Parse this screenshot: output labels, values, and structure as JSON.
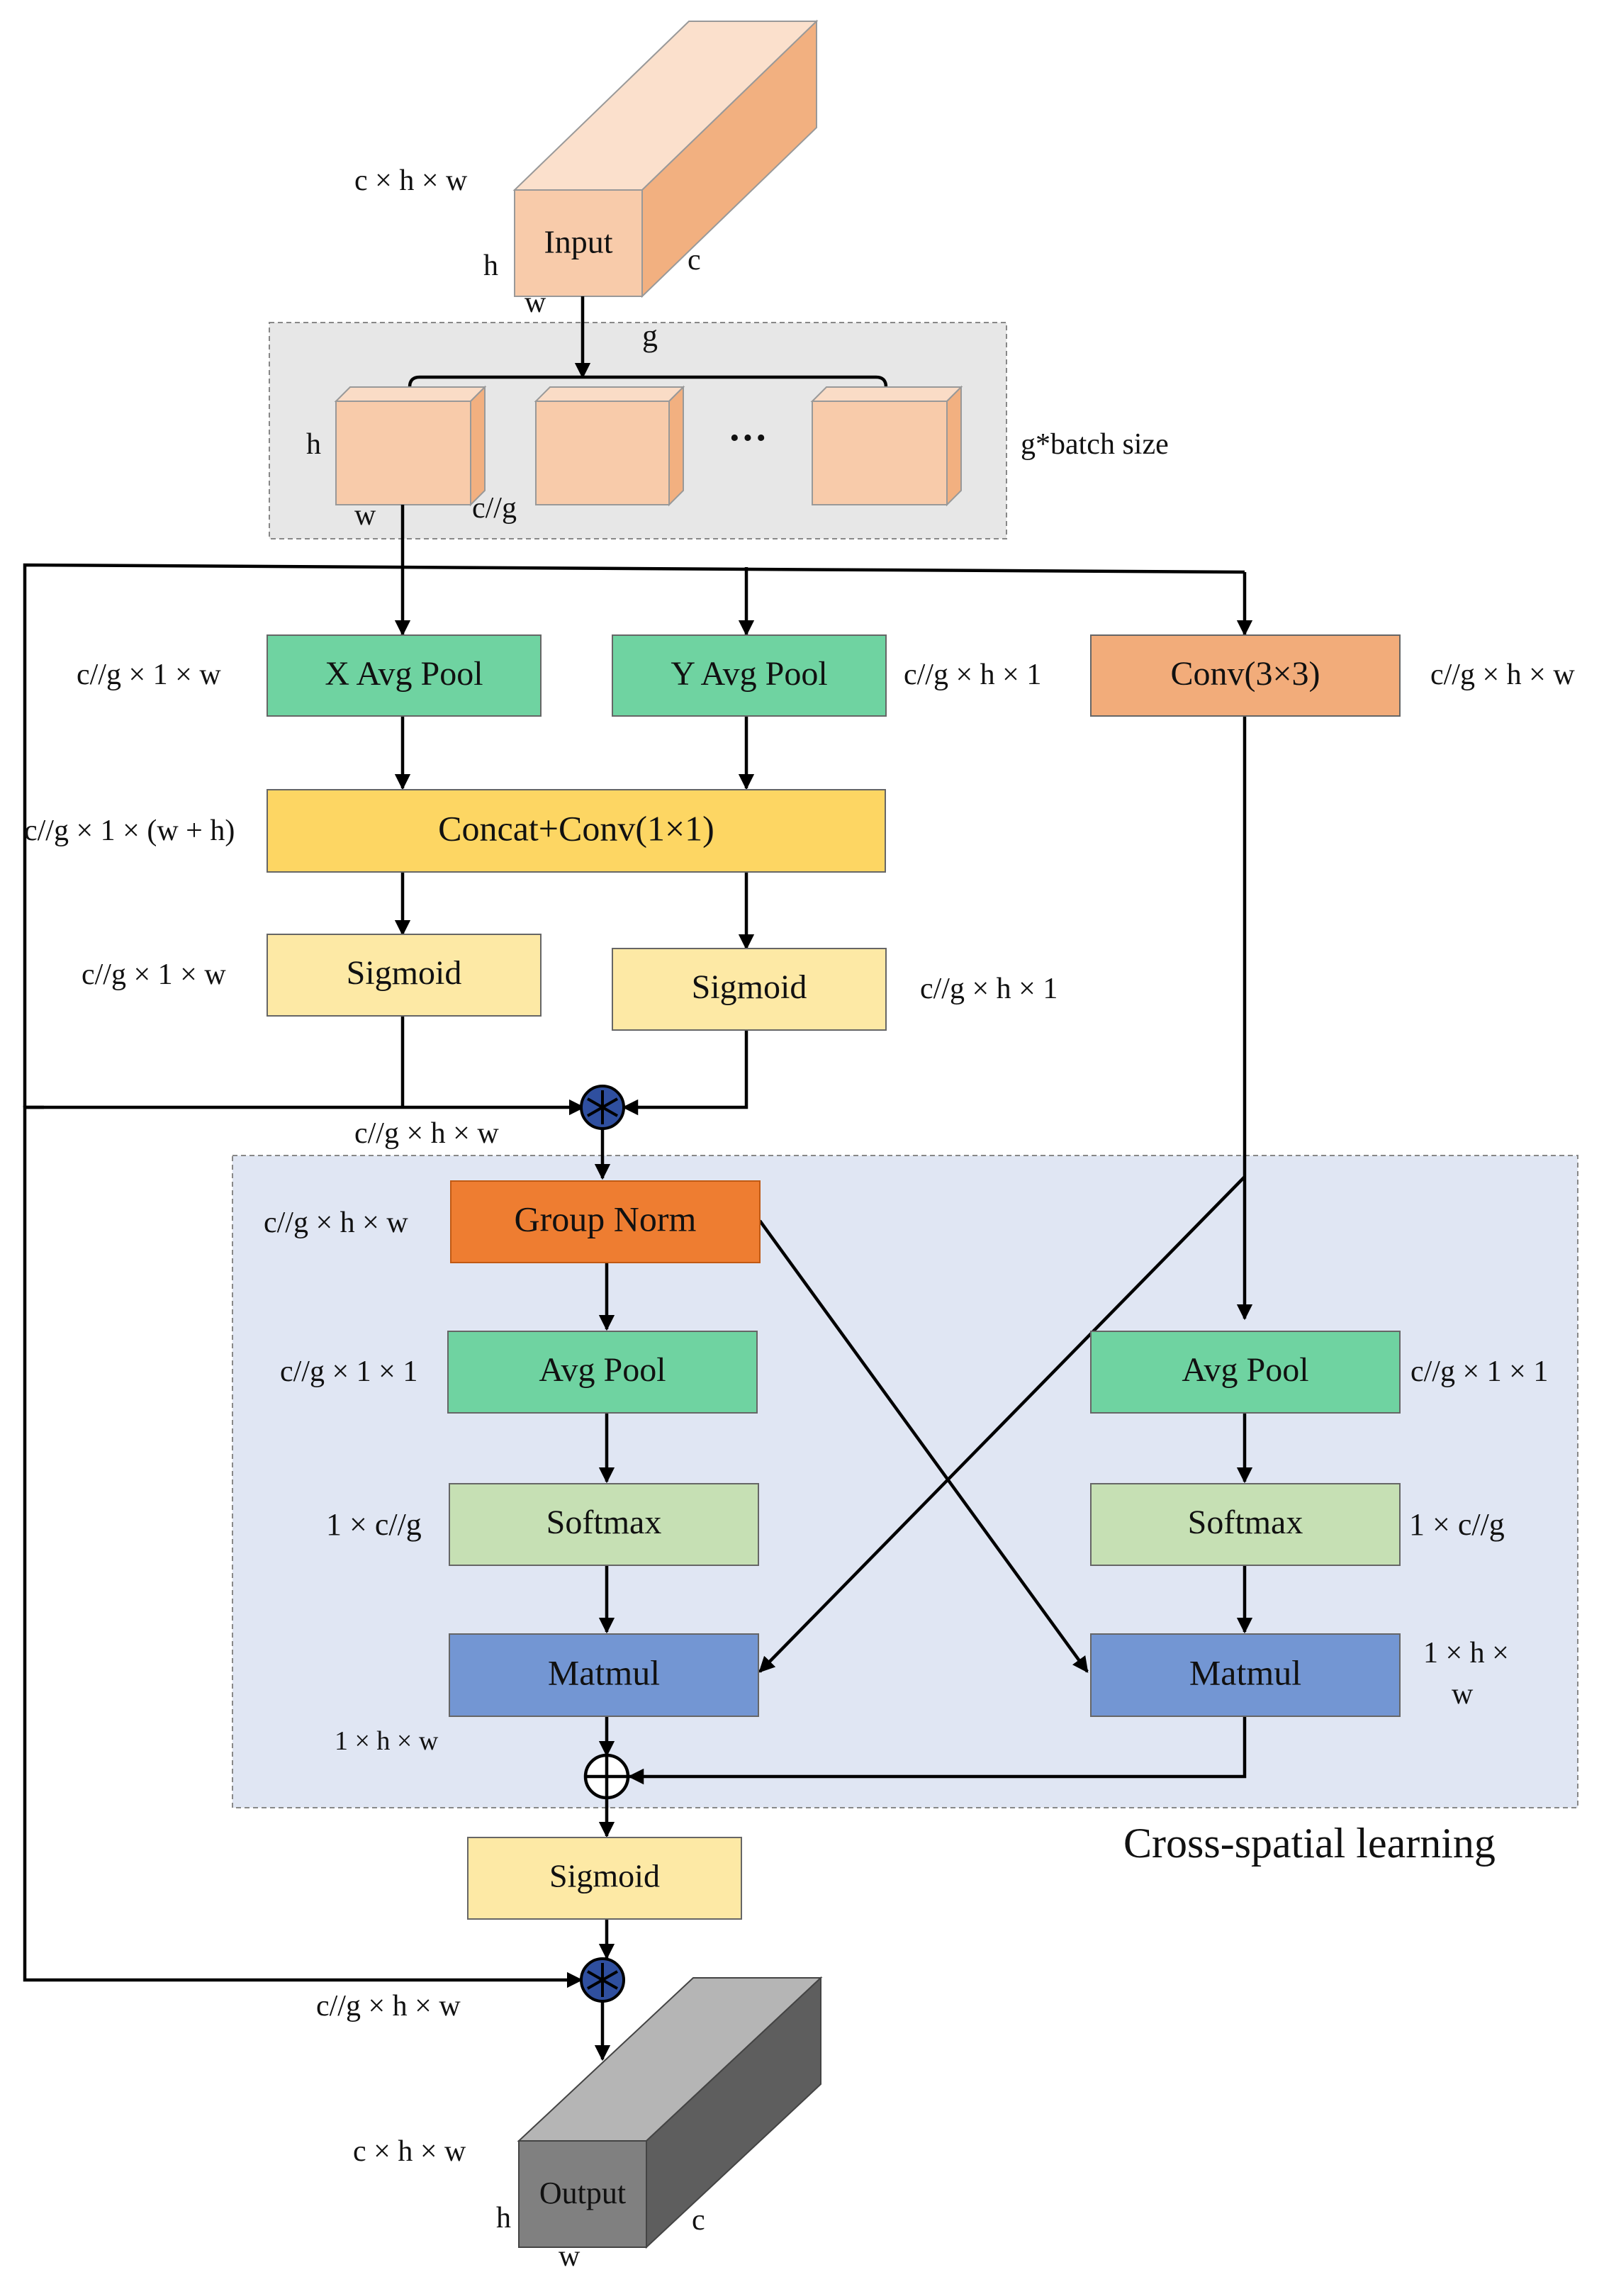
{
  "colors": {
    "input_front": "#f8cbaa",
    "input_top": "#fbe0cc",
    "input_side": "#f2b080",
    "group_box_front": "#f8cbaa",
    "group_box_top": "#fadcc6",
    "group_box_side": "#f2b080",
    "group_panel": "#e7e7e7",
    "pool_green": "#6fd3a1",
    "conv3": "#f2ac7a",
    "concat": "#fdd663",
    "sigmoid": "#fde9a5",
    "group_norm": "#ee7d31",
    "softmax": "#c6e0b4",
    "matmul": "#7396d3",
    "cross_panel": "#e0e6f3",
    "mult_circle": "#2f4f9f",
    "output_front": "#808080",
    "output_top": "#b5b5b5",
    "output_side": "#5e5e5e"
  },
  "input": {
    "label": "Input",
    "dims": "c × h × w",
    "h": "h",
    "w": "w",
    "c": "c"
  },
  "grouping": {
    "g": "g",
    "ellipsis": "···",
    "batch_label": "g*batch size",
    "h": "h",
    "w": "w",
    "cg": "c//g"
  },
  "branches": {
    "x_avg_pool": {
      "label": "X Avg Pool",
      "dims": "c//g × 1 × w"
    },
    "y_avg_pool": {
      "label": "Y Avg Pool",
      "dims": "c//g × h × 1"
    },
    "conv3": {
      "label": "Conv(3×3)",
      "dims": "c//g × h × w"
    },
    "concat": {
      "label": "Concat+Conv(1×1)",
      "dims": "c//g × 1 × (w + h)"
    },
    "sigmoid_x": {
      "label": "Sigmoid",
      "dims": "c//g × 1 × w"
    },
    "sigmoid_y": {
      "label": "Sigmoid",
      "dims": "c//g × h × 1"
    },
    "mult1_dims": "c//g × h × w"
  },
  "cross_spatial": {
    "title": "Cross-spatial learning",
    "group_norm": {
      "label": "Group Norm",
      "dims": "c//g × h × w"
    },
    "avg_pool_left": {
      "label": "Avg Pool",
      "dims": "c//g × 1 × 1"
    },
    "avg_pool_right": {
      "label": "Avg Pool",
      "dims": "c//g × 1 × 1"
    },
    "softmax_left": {
      "label": "Softmax",
      "dims": "1 × c//g"
    },
    "softmax_right": {
      "label": "Softmax",
      "dims": "1 × c//g"
    },
    "matmul_left": {
      "label": "Matmul",
      "dims": "1 × h × w"
    },
    "matmul_right": {
      "label": "Matmul",
      "dims_line1": "1 × h ×",
      "dims_line2": "w"
    }
  },
  "final": {
    "sigmoid": {
      "label": "Sigmoid"
    },
    "mult2_dims": "c//g × h × w"
  },
  "output": {
    "label": "Output",
    "dims": "c × h × w",
    "h": "h",
    "w": "w",
    "c": "c"
  }
}
